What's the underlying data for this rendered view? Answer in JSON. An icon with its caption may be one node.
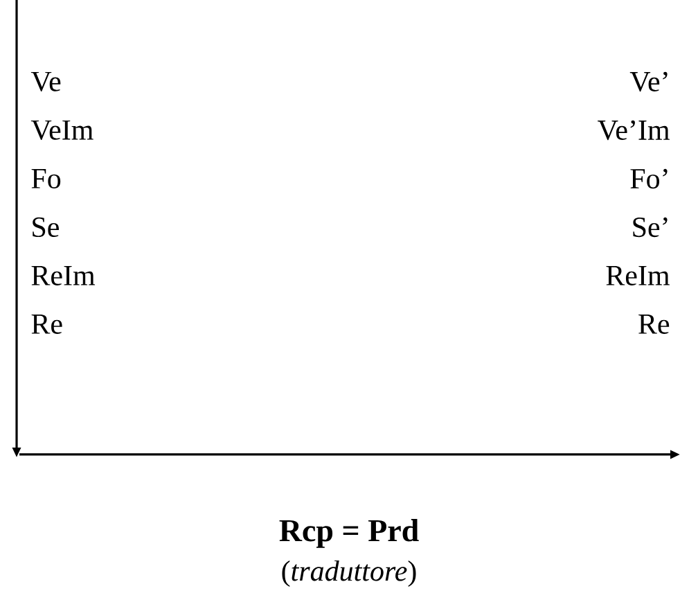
{
  "diagram": {
    "title": "Rcp = Prd",
    "caption": "(*traduttore*)",
    "labels": [
      "Ve",
      "Ve’",
      "VeIm",
      "Ve’Im",
      "Fo",
      "Fo’",
      "Se",
      "Se’",
      "ReIm",
      "ReIm",
      "Re",
      "Re"
    ]
  }
}
